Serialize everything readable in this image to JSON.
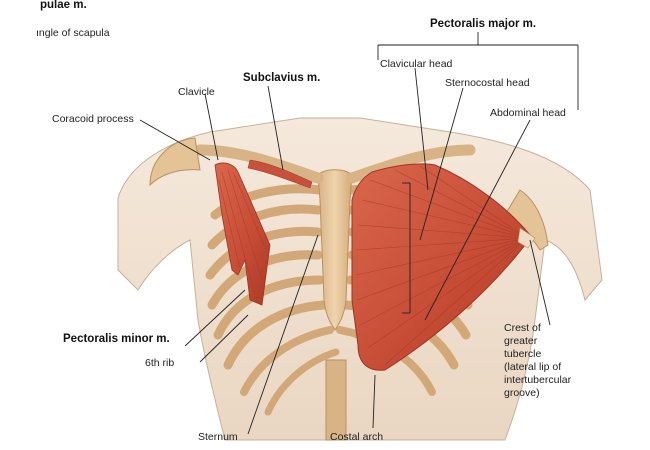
{
  "labels": {
    "top_left_bold": "pulae m.",
    "angle_scapula": "ıngle of scapula",
    "pectoralis_major": "Pectoralis major m.",
    "clavicular_head": "Clavicular head",
    "sternocostal_head": "Sternocostal head",
    "abdominal_head": "Abdominal head",
    "subclavius": "Subclavius m.",
    "clavicle": "Clavicle",
    "coracoid": "Coracoid process",
    "pectoralis_minor": "Pectoralis minor m.",
    "sixth_rib": "6th rib",
    "sternum": "Sternum",
    "costal_arch": "Costal arch",
    "crest_line1": "Crest of",
    "crest_line2": "greater",
    "crest_line3": "tubercle",
    "crest_line4": "(lateral lip of",
    "crest_line5": "intertubercular",
    "crest_line6": "groove)"
  },
  "colors": {
    "bone": "#e8c9a0",
    "bone_shadow": "#c9a070",
    "muscle": "#c9503a",
    "muscle_dark": "#a83a28",
    "skin": "#f2e4d6",
    "leader": "#222222"
  }
}
